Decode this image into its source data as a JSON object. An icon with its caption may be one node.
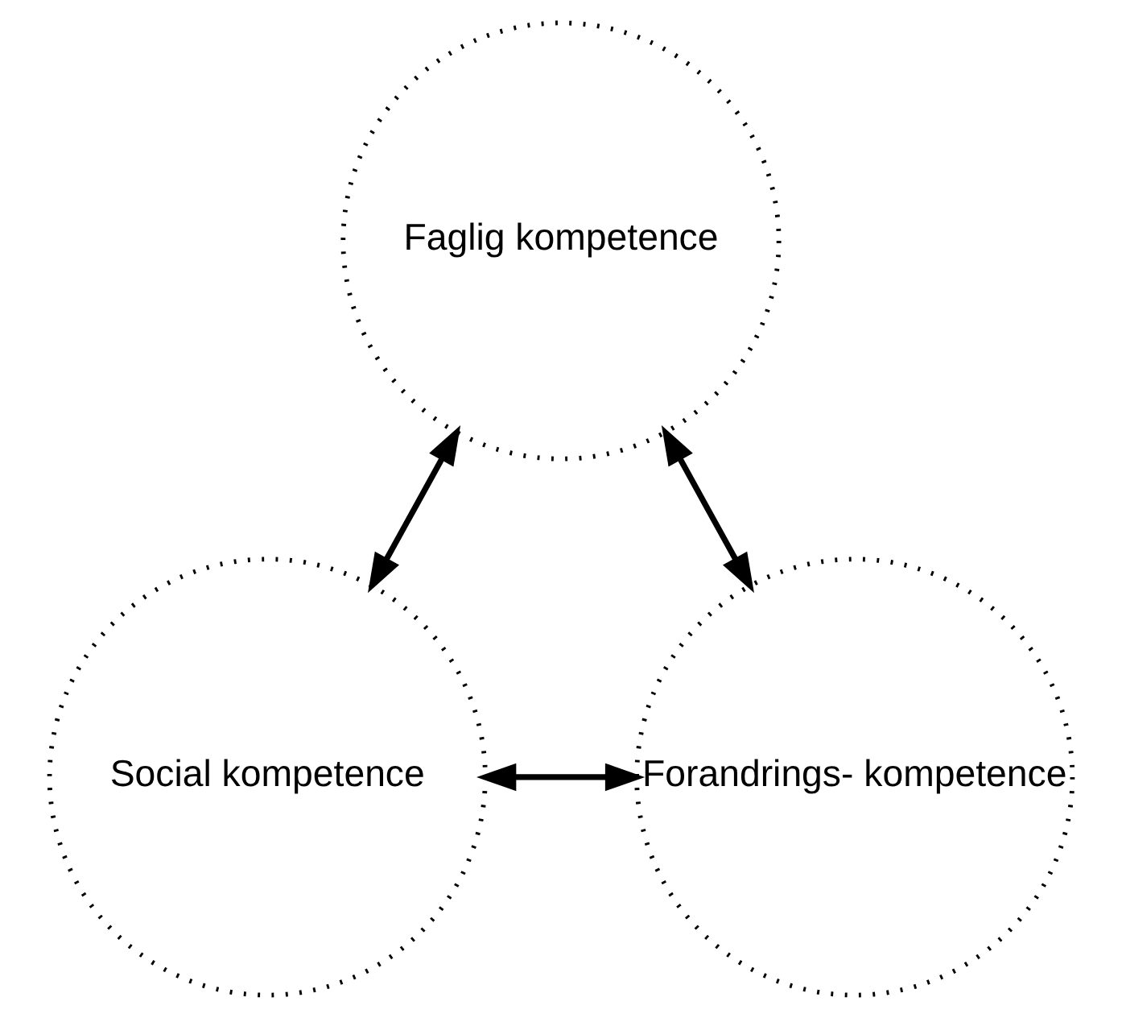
{
  "diagram": {
    "nodes": [
      {
        "text": [
          "Faglig kompetence"
        ]
      },
      {
        "text": [
          "Social kompetence"
        ]
      },
      {
        "text": [
          "Forandrings- kompetence"
        ]
      }
    ],
    "edges": [
      {
        "from": 0,
        "to": 1,
        "arrow": "both"
      },
      {
        "from": 0,
        "to": 2,
        "arrow": "both"
      },
      {
        "from": 1,
        "to": 2,
        "arrow": "both"
      }
    ]
  }
}
